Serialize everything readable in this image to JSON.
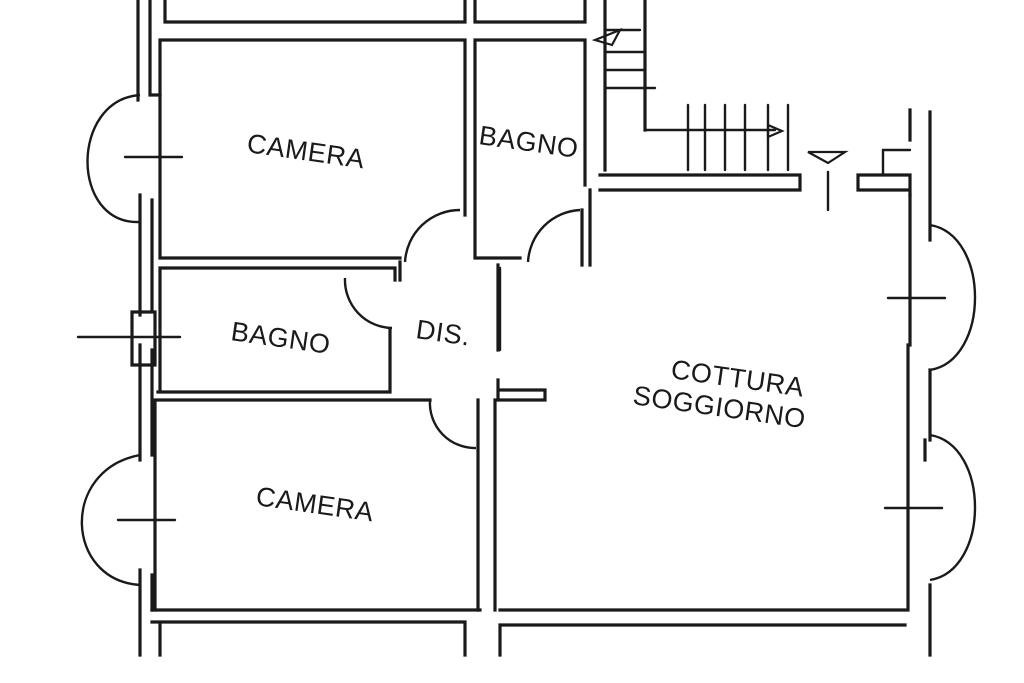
{
  "rooms": {
    "camera_top": "CAMERA",
    "bagno_top": "BAGNO",
    "bagno_left": "BAGNO",
    "dis": "DIS.",
    "cottura_line1": "COTTURA",
    "cottura_line2": "SOGGIORNO",
    "camera_bottom": "CAMERA"
  }
}
